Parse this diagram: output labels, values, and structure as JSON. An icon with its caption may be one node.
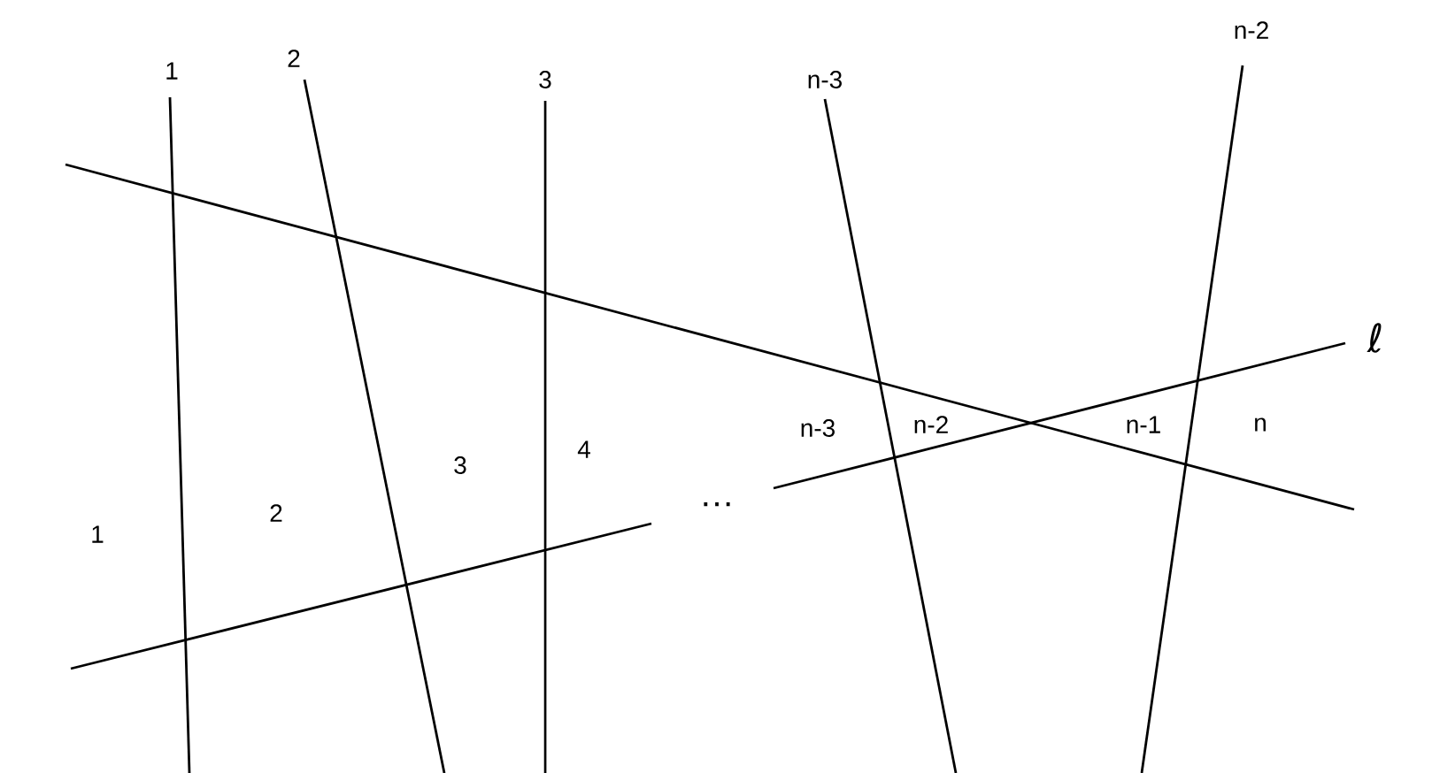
{
  "diagram": {
    "labels": [
      "n-2",
      "2",
      "1",
      "3",
      "n-3",
      "ℓ",
      "n-3",
      "n-2",
      "n-1",
      "n",
      "4",
      "3",
      "2",
      "1",
      "…"
    ]
  }
}
